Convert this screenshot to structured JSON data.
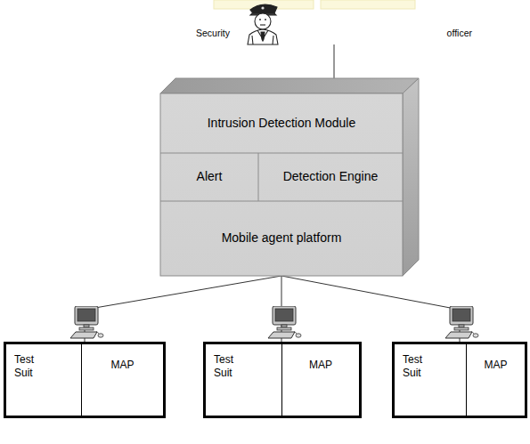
{
  "diagram": {
    "nodes": [
      {
        "text": [
          "Security",
          "officer"
        ]
      },
      {
        "text": [
          "Intrusion Detection Module"
        ]
      },
      {
        "text": [
          "Alert"
        ]
      },
      {
        "text": [
          "Detection Engine"
        ]
      },
      {
        "text": [
          "Mobile agent platform"
        ]
      },
      {
        "text": []
      },
      {
        "text": [
          "Test Suit"
        ],
        "in": 5
      },
      {
        "text": [
          "MAP"
        ],
        "in": 5
      },
      {
        "text": []
      },
      {
        "text": [
          "Test Suit"
        ],
        "in": 8
      },
      {
        "text": [
          "MAP"
        ],
        "in": 8
      },
      {
        "text": []
      },
      {
        "text": [
          "Test Suit"
        ],
        "in": 11
      },
      {
        "text": [
          "MAP"
        ],
        "in": 11
      }
    ],
    "edges": [
      {
        "from": 0,
        "to": 1,
        "arrow": "none"
      },
      {
        "from": 4,
        "to": 5,
        "arrow": "none"
      },
      {
        "from": 4,
        "to": 8,
        "arrow": "none"
      },
      {
        "from": 4,
        "to": 11,
        "arrow": "none"
      }
    ]
  }
}
